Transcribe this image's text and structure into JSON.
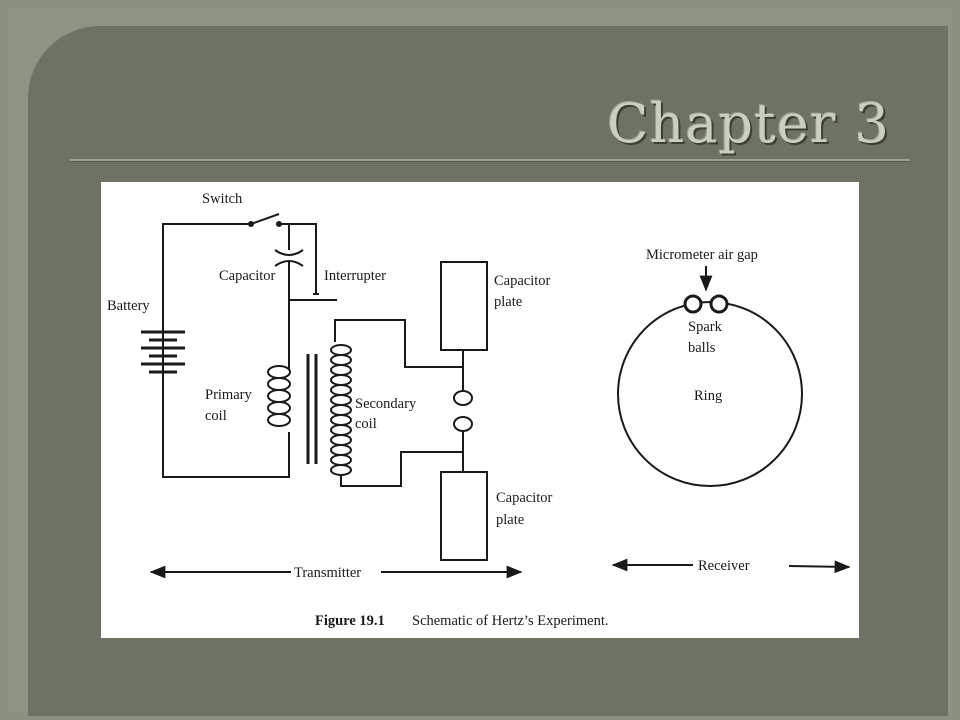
{
  "slide": {
    "title": "Chapter 3"
  },
  "figure": {
    "labels": {
      "switch": "Switch",
      "capacitor": "Capacitor",
      "interrupter": "Interrupter",
      "battery": "Battery",
      "primary_coil_1": "Primary",
      "primary_coil_2": "coil",
      "secondary_coil_1": "Secondary",
      "secondary_coil_2": "coil",
      "cap_plate_top_1": "Capacitor",
      "cap_plate_top_2": "plate",
      "cap_plate_bottom_1": "Capacitor",
      "cap_plate_bottom_2": "plate",
      "transmitter": "Transmitter",
      "micrometer_gap": "Micrometer air gap",
      "spark_balls_1": "Spark",
      "spark_balls_2": "balls",
      "ring": "Ring",
      "receiver": "Receiver"
    },
    "caption_number": "Figure 19.1",
    "caption_text": "Schematic of Hertz’s Experiment."
  }
}
